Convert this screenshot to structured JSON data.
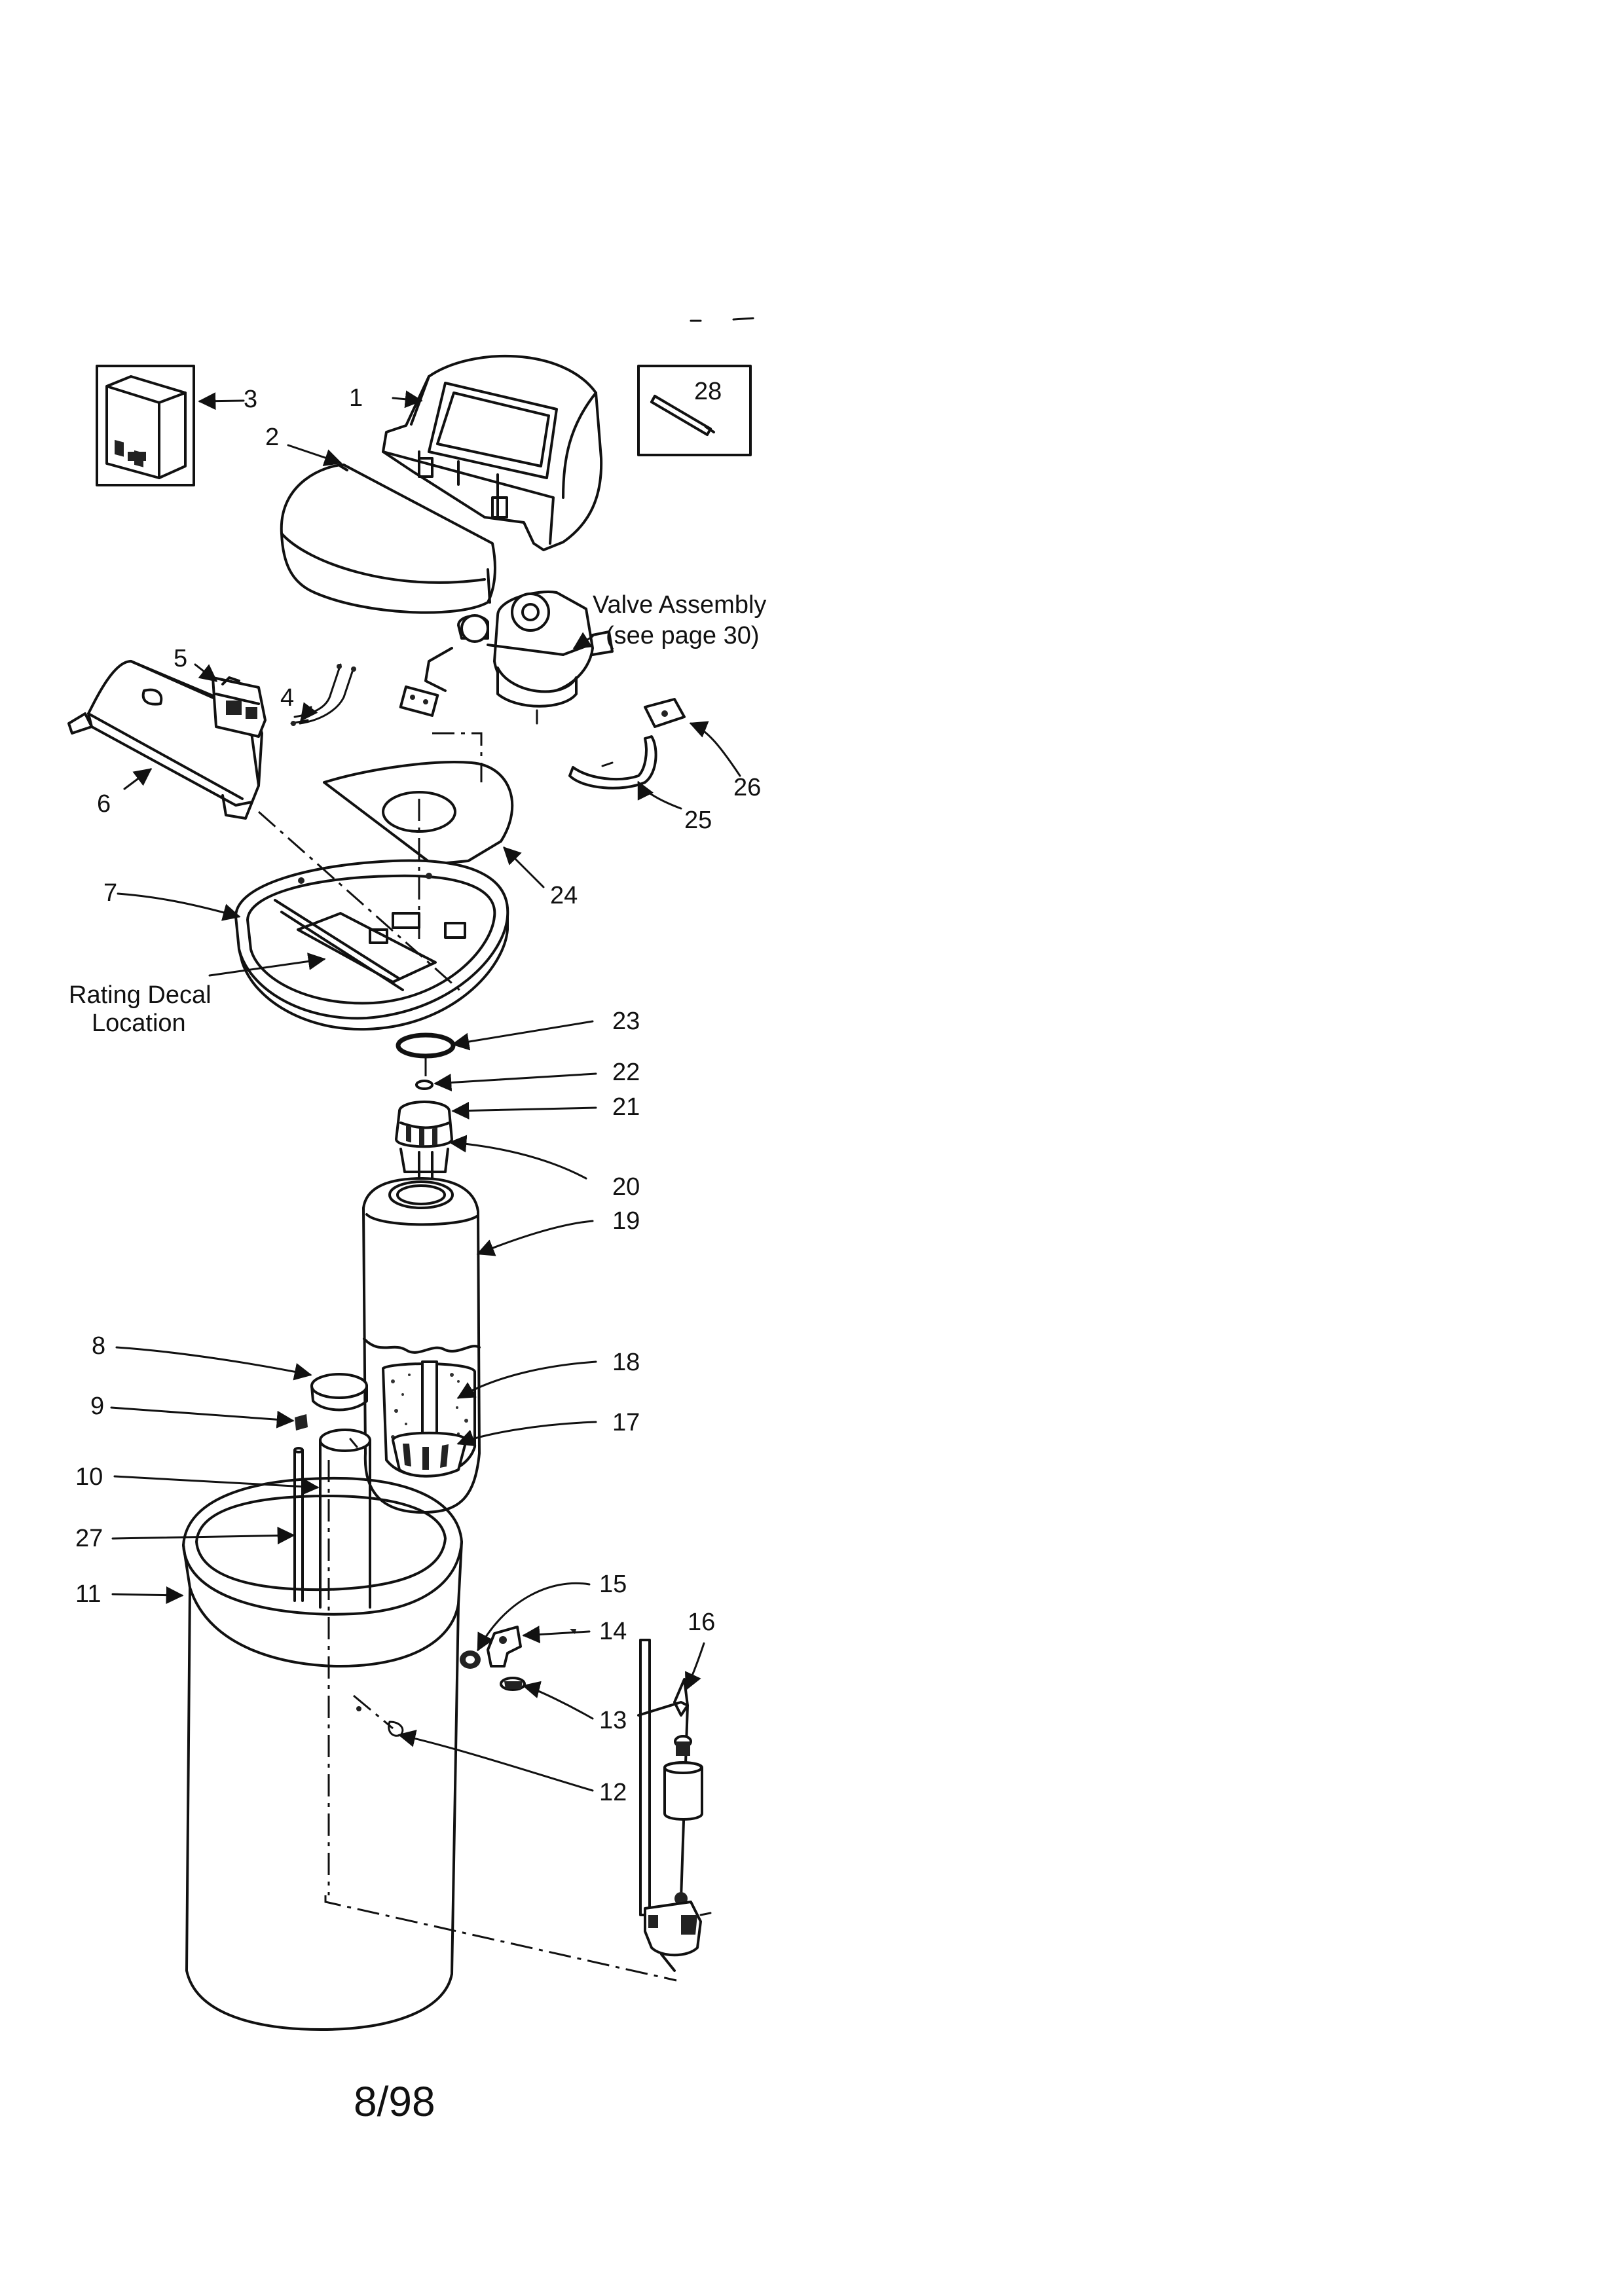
{
  "page": {
    "footer": "8/98"
  },
  "parts": [
    {
      "id": "p1",
      "number": "1"
    },
    {
      "id": "p2",
      "number": "2"
    },
    {
      "id": "p3",
      "number": "3"
    },
    {
      "id": "p4",
      "number": "4"
    },
    {
      "id": "p5",
      "number": "5"
    },
    {
      "id": "p6",
      "number": "6"
    },
    {
      "id": "p7",
      "number": "7"
    },
    {
      "id": "p8",
      "number": "8"
    },
    {
      "id": "p9",
      "number": "9"
    },
    {
      "id": "p10",
      "number": "10"
    },
    {
      "id": "p11",
      "number": "11"
    },
    {
      "id": "p12",
      "number": "12"
    },
    {
      "id": "p13",
      "number": "13"
    },
    {
      "id": "p14",
      "number": "14"
    },
    {
      "id": "p15",
      "number": "15"
    },
    {
      "id": "p16",
      "number": "16"
    },
    {
      "id": "p17",
      "number": "17"
    },
    {
      "id": "p18",
      "number": "18"
    },
    {
      "id": "p19",
      "number": "19"
    },
    {
      "id": "p20",
      "number": "20"
    },
    {
      "id": "p21",
      "number": "21"
    },
    {
      "id": "p22",
      "number": "22"
    },
    {
      "id": "p23",
      "number": "23"
    },
    {
      "id": "p24",
      "number": "24"
    },
    {
      "id": "p25",
      "number": "25"
    },
    {
      "id": "p26",
      "number": "26"
    },
    {
      "id": "p27",
      "number": "27"
    },
    {
      "id": "p28",
      "number": "28"
    }
  ],
  "callouts": {
    "valve_assembly_line1": "Valve Assembly",
    "valve_assembly_line2": "(see page 30)",
    "rating_decal_line1": "Rating Decal",
    "rating_decal_line2": "Location"
  }
}
